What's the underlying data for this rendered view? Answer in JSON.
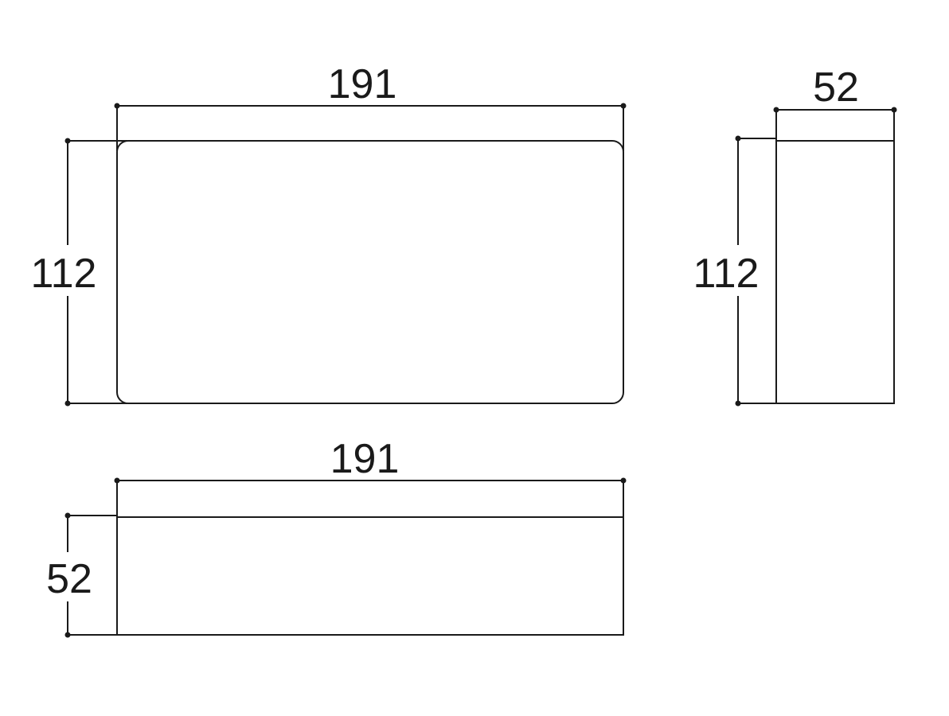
{
  "dimensions": {
    "front_width": "191",
    "front_height": "112",
    "side_depth": "52",
    "side_height": "112",
    "top_width": "191",
    "top_depth": "52"
  },
  "colors": {
    "line": "#1a1a1a",
    "background": "#ffffff"
  }
}
